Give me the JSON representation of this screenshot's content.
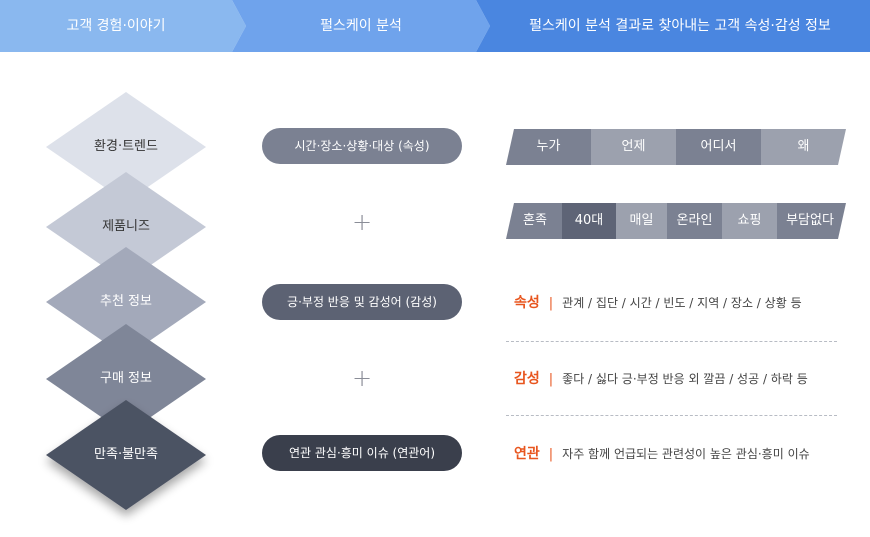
{
  "header": {
    "steps": [
      {
        "label": "고객 경험·이야기",
        "color": "#8ab8ef"
      },
      {
        "label": "펄스케이 분석",
        "color": "#6fa3ec"
      },
      {
        "label": "펄스케이 분석 결과로 찾아내는 고객 속성·감성 정보",
        "color": "#4a86e0"
      }
    ]
  },
  "stack": {
    "layers": [
      {
        "label": "환경·트렌드",
        "color": "#dde1ea",
        "text_color": "#333333"
      },
      {
        "label": "제품니즈",
        "color": "#c4c9d6",
        "text_color": "#333333"
      },
      {
        "label": "추천 정보",
        "color": "#a3a9ba",
        "text_color": "#ffffff"
      },
      {
        "label": "구매 정보",
        "color": "#7f8698",
        "text_color": "#ffffff"
      },
      {
        "label": "만족·불만족",
        "color": "#4c5263",
        "text_color": "#ffffff"
      }
    ]
  },
  "middle": {
    "pill_1": {
      "label": "시간·장소·상황·대상 (속성)",
      "color": "#7b8192"
    },
    "plus_1": "+",
    "pill_2": {
      "label": "긍·부정 반응 및 감성어 (감성)",
      "color": "#5c6273"
    },
    "plus_2": "+",
    "pill_3": {
      "label": "연관 관심·흥미 이슈 (연관어)",
      "color": "#3a3f4c"
    }
  },
  "questions": {
    "cells": [
      {
        "label": "누가",
        "color": "#7b8192"
      },
      {
        "label": "언제",
        "color": "#9ca1ae"
      },
      {
        "label": "어디서",
        "color": "#7b8192"
      },
      {
        "label": "왜",
        "color": "#9ca1ae"
      }
    ]
  },
  "example": {
    "cells": [
      {
        "label": "혼족",
        "color": "#7b8192"
      },
      {
        "label": "40대",
        "color": "#5e6476"
      },
      {
        "label": "매일",
        "color": "#9ca1ae"
      },
      {
        "label": "온라인",
        "color": "#7b8192"
      },
      {
        "label": "쇼핑",
        "color": "#9ca1ae"
      },
      {
        "label": "부담없다",
        "color": "#7b8192"
      }
    ]
  },
  "info": {
    "attribute": {
      "key": "속성",
      "sep": "|",
      "text": "관계 / 집단 / 시간 / 빈도 / 지역 / 장소 / 상황 등"
    },
    "emotion": {
      "key": "감성",
      "sep": "|",
      "text": "좋다 / 싫다 긍·부정 반응 외 깔끔 / 성공 / 하락 등"
    },
    "related": {
      "key": "연관",
      "sep": "|",
      "text": "자주 함께 언급되는 관련성이 높은 관심·흥미 이슈"
    },
    "accent_color": "#e8561f"
  }
}
